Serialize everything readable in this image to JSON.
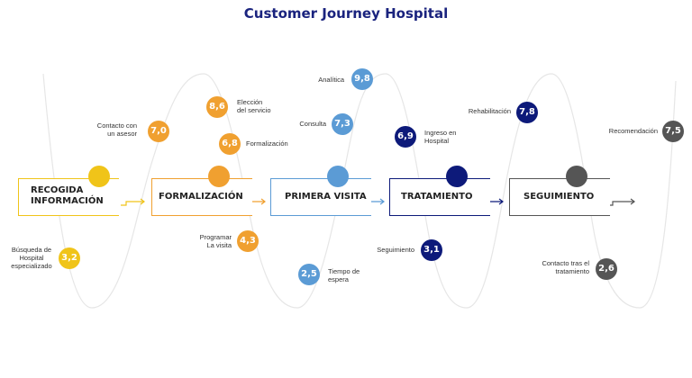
{
  "title": "Customer Journey Hospital",
  "colors": {
    "recogida": "#f0c419",
    "formalizacion": "#f0a030",
    "primera_visita": "#5b9bd5",
    "tratamiento": "#0d1a7a",
    "seguimiento": "#555555",
    "wave": "#e6e6e6"
  },
  "stages": [
    {
      "label": "RECOGIDA\nINFORMACIÓN"
    },
    {
      "label": "FORMALIZACIÓN"
    },
    {
      "label": "PRIMERA VISITA"
    },
    {
      "label": "TRATAMIENTO"
    },
    {
      "label": "SEGUIMIENTO"
    }
  ],
  "touchpoints": [
    {
      "label": "Búsqueda de\nHospital\nespecializado",
      "score": "3,2"
    },
    {
      "label": "Contacto con\nun asesor",
      "score": "7,0"
    },
    {
      "label": "Elección\ndel servicio",
      "score": "8,6"
    },
    {
      "label": "Formalización",
      "score": "6,8"
    },
    {
      "label": "Programar\nLa visita",
      "score": "4,3"
    },
    {
      "label": "Analítica",
      "score": "9,8"
    },
    {
      "label": "Consulta",
      "score": "7,3"
    },
    {
      "label": "Tiempo de\nespera",
      "score": "2,5"
    },
    {
      "label": "Ingreso en\nHospital",
      "score": "6,9"
    },
    {
      "label": "Seguimiento",
      "score": "3,1"
    },
    {
      "label": "Rehabilitación",
      "score": "7,8"
    },
    {
      "label": "Recomendación",
      "score": "7,5"
    },
    {
      "label": "Contacto tras el\ntratamiento",
      "score": "2,6"
    }
  ]
}
